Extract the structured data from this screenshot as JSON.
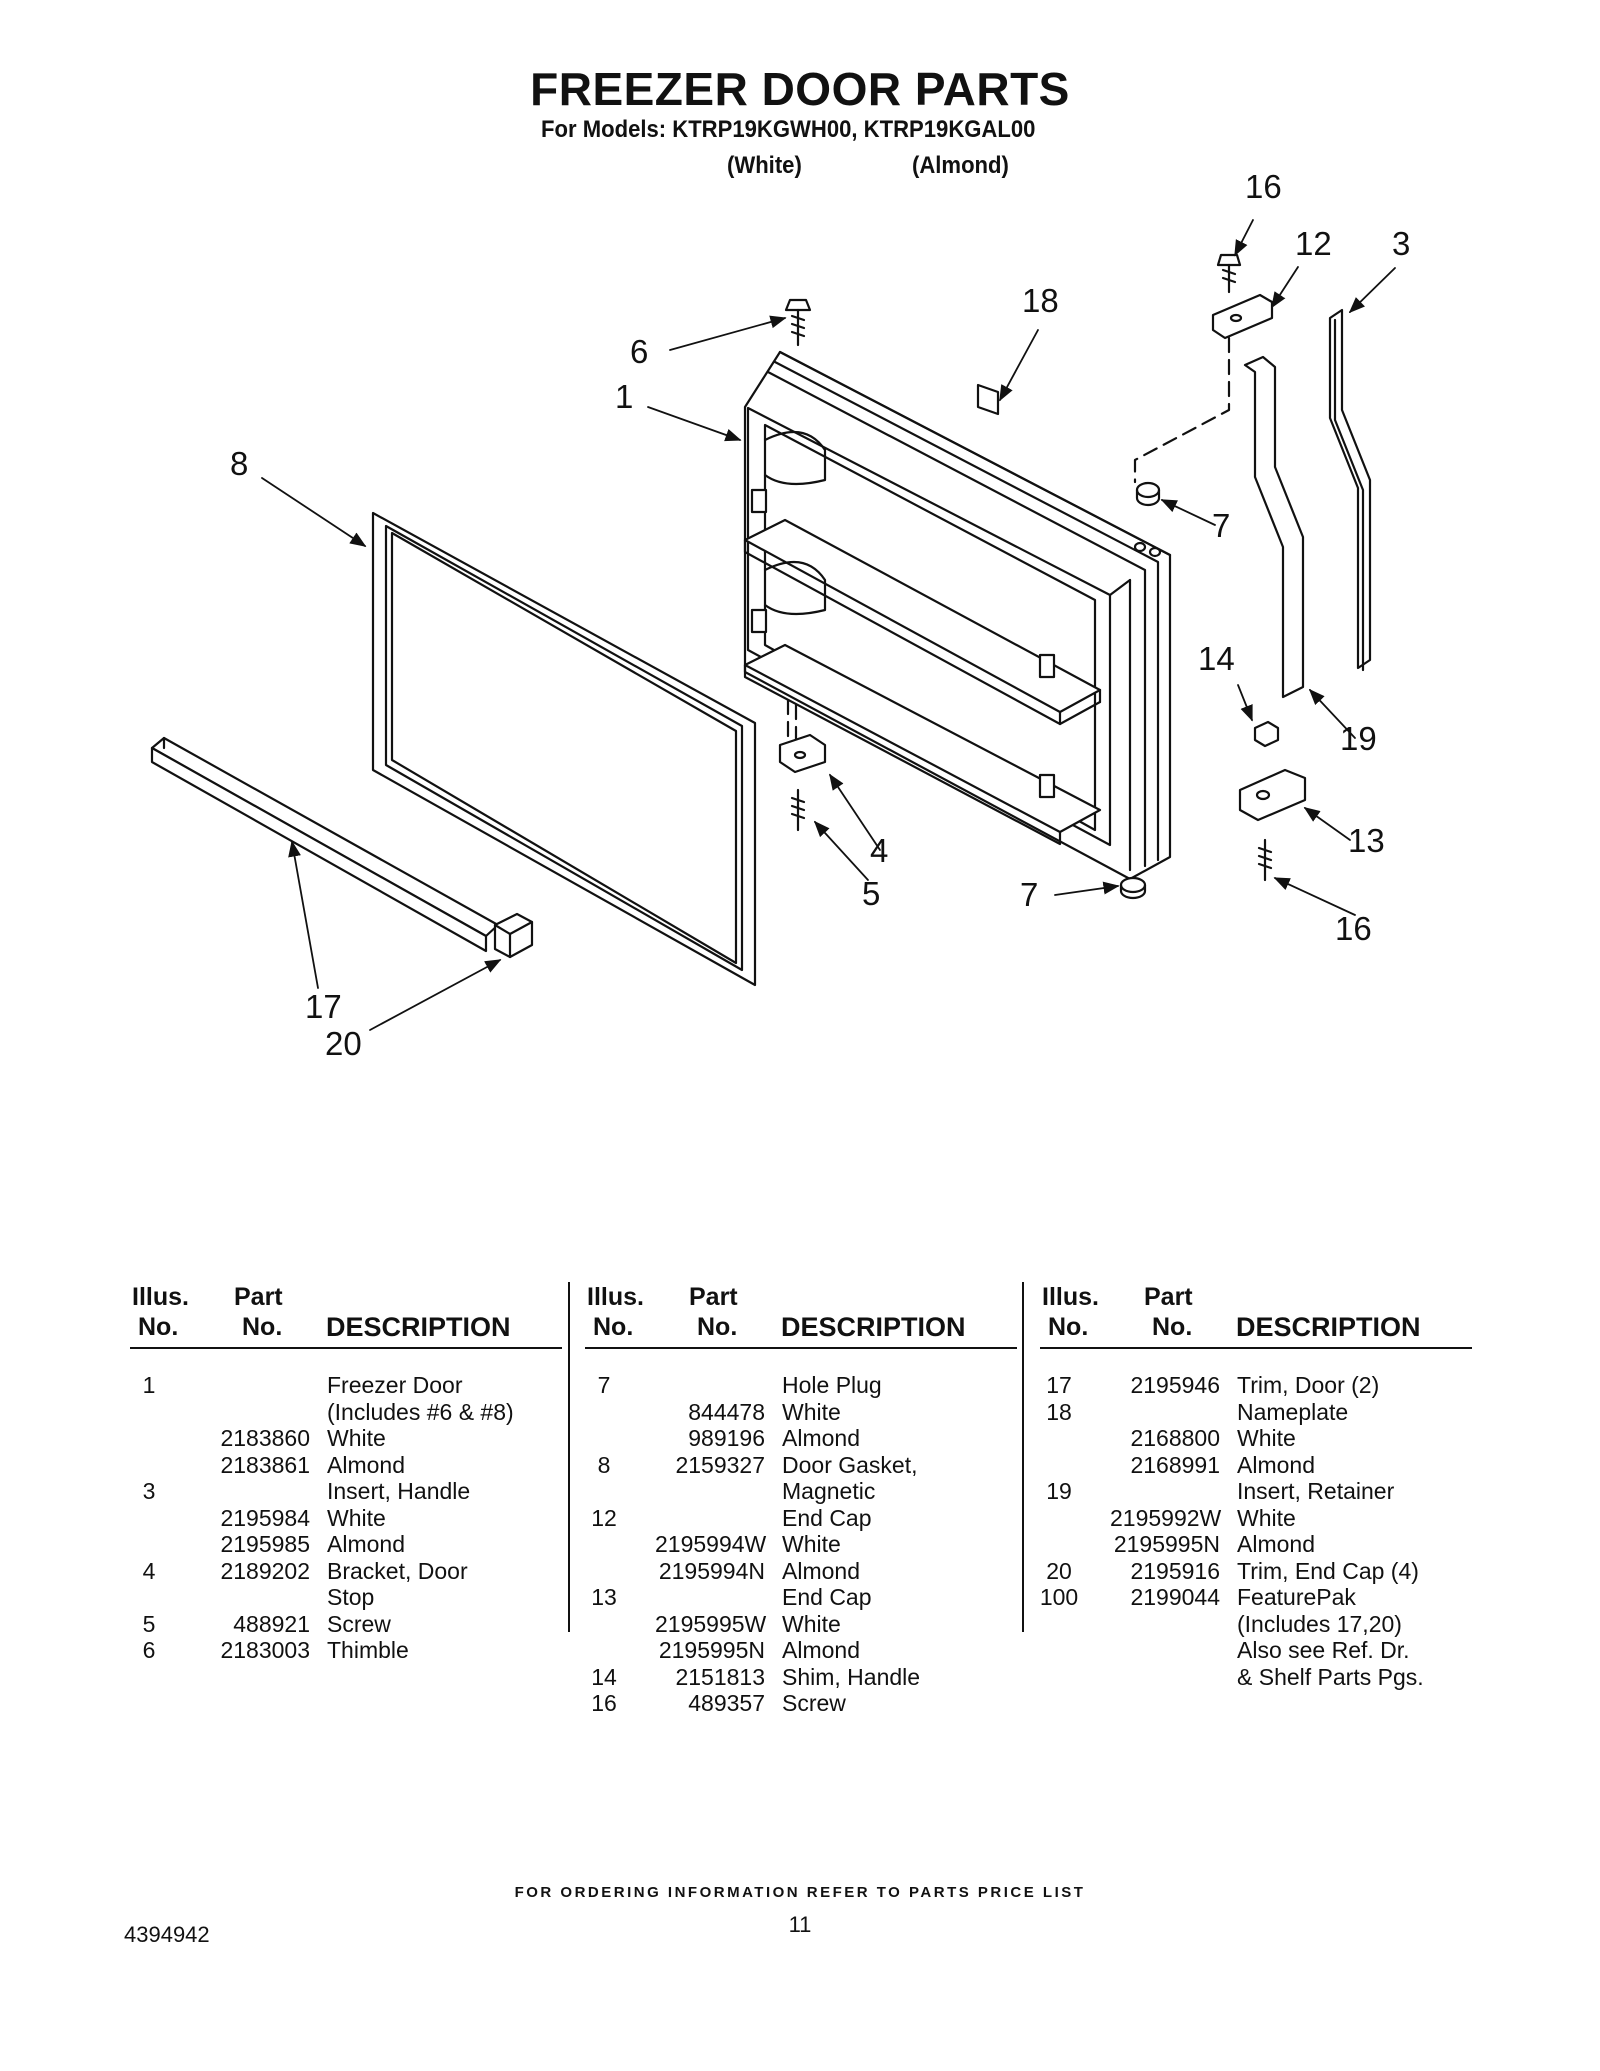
{
  "title": "FREEZER DOOR PARTS",
  "subtitle": "For Models: KTRP19KGWH00, KTRP19KGAL00",
  "model_colors": [
    "(White)",
    "(Almond)"
  ],
  "diagram_callouts": [
    "1",
    "3",
    "4",
    "5",
    "6",
    "7",
    "7",
    "8",
    "12",
    "13",
    "14",
    "16",
    "16",
    "17",
    "18",
    "19",
    "20"
  ],
  "table_headers": {
    "illus": "Illus.",
    "no": "No.",
    "part": "Part",
    "part_no": "No.",
    "description": "DESCRIPTION"
  },
  "tables": [
    {
      "rows": [
        {
          "illus": "1",
          "part": "",
          "desc": "Freezer Door"
        },
        {
          "illus": "",
          "part": "",
          "desc": "(Includes #6 & #8)"
        },
        {
          "illus": "",
          "part": "2183860",
          "desc": "White"
        },
        {
          "illus": "",
          "part": "2183861",
          "desc": "Almond"
        },
        {
          "illus": "3",
          "part": "",
          "desc": "Insert, Handle"
        },
        {
          "illus": "",
          "part": "2195984",
          "desc": "White"
        },
        {
          "illus": "",
          "part": "2195985",
          "desc": "Almond"
        },
        {
          "illus": "4",
          "part": "2189202",
          "desc": "Bracket, Door"
        },
        {
          "illus": "",
          "part": "",
          "desc": "Stop"
        },
        {
          "illus": "5",
          "part": "488921",
          "desc": "Screw"
        },
        {
          "illus": "6",
          "part": "2183003",
          "desc": "Thimble"
        }
      ]
    },
    {
      "rows": [
        {
          "illus": "7",
          "part": "",
          "desc": "Hole Plug"
        },
        {
          "illus": "",
          "part": "844478",
          "desc": "White"
        },
        {
          "illus": "",
          "part": "989196",
          "desc": "Almond"
        },
        {
          "illus": "8",
          "part": "2159327",
          "desc": "Door Gasket,"
        },
        {
          "illus": "",
          "part": "",
          "desc": "Magnetic"
        },
        {
          "illus": "12",
          "part": "",
          "desc": "End Cap"
        },
        {
          "illus": "",
          "part": "2195994W",
          "desc": "White"
        },
        {
          "illus": "",
          "part": "2195994N",
          "desc": "Almond"
        },
        {
          "illus": "13",
          "part": "",
          "desc": "End Cap"
        },
        {
          "illus": "",
          "part": "2195995W",
          "desc": "White"
        },
        {
          "illus": "",
          "part": "2195995N",
          "desc": "Almond"
        },
        {
          "illus": "14",
          "part": "2151813",
          "desc": "Shim, Handle"
        },
        {
          "illus": "16",
          "part": "489357",
          "desc": "Screw"
        }
      ]
    },
    {
      "rows": [
        {
          "illus": "17",
          "part": "2195946",
          "desc": "Trim, Door (2)"
        },
        {
          "illus": "18",
          "part": "",
          "desc": "Nameplate"
        },
        {
          "illus": "",
          "part": "2168800",
          "desc": "White"
        },
        {
          "illus": "",
          "part": "2168991",
          "desc": "Almond"
        },
        {
          "illus": "19",
          "part": "",
          "desc": "Insert, Retainer"
        },
        {
          "illus": "",
          "part": "2195992W",
          "desc": "White"
        },
        {
          "illus": "",
          "part": "2195995N",
          "desc": "Almond"
        },
        {
          "illus": "20",
          "part": "2195916",
          "desc": "Trim, End Cap (4)"
        },
        {
          "illus": "100",
          "part": "2199044",
          "desc": "FeaturePak"
        },
        {
          "illus": "",
          "part": "",
          "desc": "(Includes 17,20)"
        },
        {
          "illus": "",
          "part": "",
          "desc": "Also see Ref. Dr."
        },
        {
          "illus": "",
          "part": "",
          "desc": "& Shelf Parts Pgs."
        }
      ]
    }
  ],
  "footer": "FOR ORDERING INFORMATION REFER TO PARTS PRICE LIST",
  "doc_number": "4394942",
  "page_number": "11"
}
